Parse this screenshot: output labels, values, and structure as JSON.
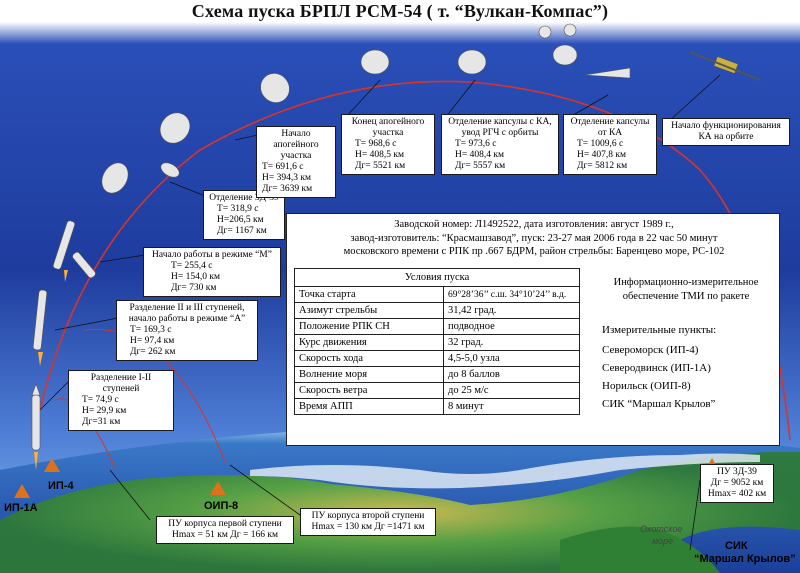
{
  "title": "Схема пуска БРПЛ РСМ-54 ( т. “Вулкан-Компас”)",
  "events": [
    {
      "id": "stage-sep-1-2",
      "lines": [
        "Разделение I-II ступеней",
        "Т= 74,9 с",
        "Н= 29,9 км",
        "Дг=31 км"
      ]
    },
    {
      "id": "stage-sep-2-3",
      "lines": [
        "Разделение II и III ступеней,",
        "начало работы в режиме “А”",
        "Т= 169,3 с",
        "Н= 97,4 км",
        "Дг= 262 км"
      ]
    },
    {
      "id": "mode-m",
      "lines": [
        "Начало работы в режиме “М”",
        "Т= 255,4 с",
        "Н= 154,0 км",
        "Дг= 730 км"
      ]
    },
    {
      "id": "sep-3d39",
      "lines": [
        "Отделение 3Д-39",
        "Т= 318,9 с",
        "Н=206,5 км",
        "Дг= 1167 км"
      ]
    },
    {
      "id": "apogee-start",
      "lines": [
        "Начало апогейного",
        "участка",
        "Т= 691,6 с",
        "Н= 394,3 км",
        "Дг= 3639 км"
      ]
    },
    {
      "id": "apogee-end",
      "lines": [
        "Конец апогейного",
        "участка",
        "Т= 968,6 с",
        "Н= 408,5 км",
        "Дг= 5521 км"
      ]
    },
    {
      "id": "capsule-sep-rgch",
      "lines": [
        "Отделение капсулы с КА,",
        "увод РГЧ с орбиты",
        "Т= 973,6 с",
        "Н= 408,4 км",
        "Дг= 5557 км"
      ]
    },
    {
      "id": "capsule-sep-ka",
      "lines": [
        "Отделение капсулы",
        "от КА",
        "Т= 1009,6 с",
        "Н= 407,8 км",
        "Дг= 5812 км"
      ]
    },
    {
      "id": "ka-orbit",
      "lines": [
        "Начало функционирования",
        "КА на орбите"
      ]
    }
  ],
  "info_header": [
    "Заводской номер: Л1492522, дата изготовления: август 1989 г.,",
    "завод-изготовитель: “Красмашзавод”, пуск: 23-27 мая 2006 года в 22 час 50 минут",
    "московского времени с РПК пр .667 БДРМ, район стрельбы: Баренцево море, РС-102"
  ],
  "launch_conditions": {
    "title": "Условия пуска",
    "rows": [
      {
        "label": "Точка старта",
        "value": "69°28’36’’ с.ш.  34°10’24’’  в.д."
      },
      {
        "label": "Азимут стрельбы",
        "value": "31,42 град."
      },
      {
        "label": "Положение РПК СН",
        "value": "подводное"
      },
      {
        "label": "Курс движения",
        "value": "32 град."
      },
      {
        "label": "Скорость хода",
        "value": "4,5-5,0 узла"
      },
      {
        "label": "Волнение моря",
        "value": "до 8 баллов"
      },
      {
        "label": "Скорость ветра",
        "value": "до 25 м/с"
      },
      {
        "label": "Время АПП",
        "value": "8 минут"
      }
    ]
  },
  "tmi_text": [
    "Информационно-измерительное",
    "обеспечение ТМИ по ракете"
  ],
  "measuring_points_title": "Измерительные пункты:",
  "measuring_points": [
    "Североморск (ИП-4)",
    "Северодвинск (ИП-1А)",
    "Норильск (ОИП-8)",
    "СИК “Маршал Крылов”"
  ],
  "impact_boxes": {
    "stage1": [
      "ПУ корпуса первой ступени",
      "Hmax = 51 км   Дг = 166 км"
    ],
    "stage2": [
      "ПУ корпуса второй ступени",
      "Hmax = 130 км   Дг =1471 км"
    ],
    "sep3d39": [
      "ПУ 3Д-39",
      "Дг = 9052 км",
      "Hmax= 402 км"
    ]
  },
  "sites": {
    "ip1a": "ИП-1А",
    "ip4": "ИП-4",
    "oip8": "ОИП-8",
    "sik_line1": "СИК",
    "sik_line2": "“Маршал Крылов”"
  },
  "sea_label": [
    "Охотское",
    "море"
  ],
  "colors": {
    "sky_top": "#1a3aa8",
    "sky_bottom": "#6ea6e6",
    "ocean": "#1e48b0",
    "land": "#3f9a3c",
    "trajectory": "#d9342a",
    "antenna": "#e0701c"
  }
}
